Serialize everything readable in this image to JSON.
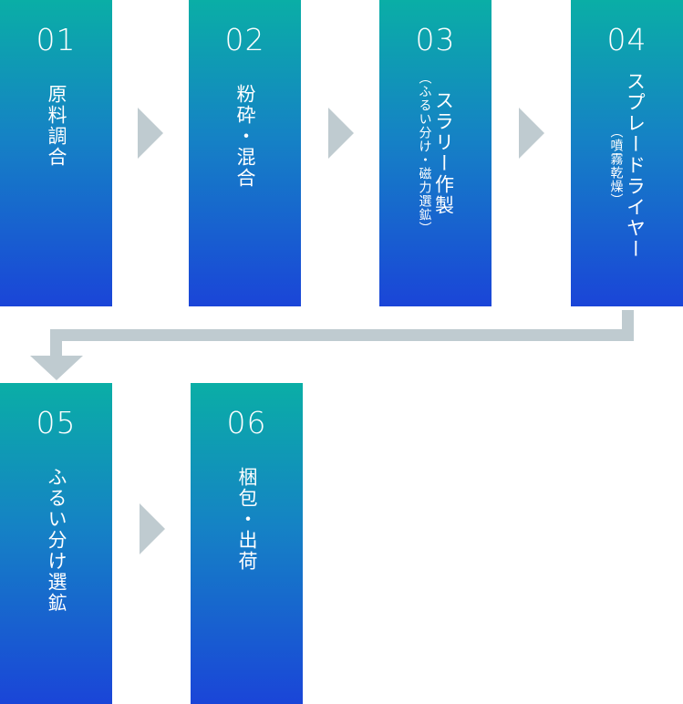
{
  "steps": [
    {
      "number": "01",
      "title": "原料調合",
      "subtitle": ""
    },
    {
      "number": "02",
      "title": "粉砕・混合",
      "subtitle": ""
    },
    {
      "number": "03",
      "title": "スラリー作製",
      "subtitle": "（ふるい分け・磁力選鉱）"
    },
    {
      "number": "04",
      "title": "スプレードライヤー",
      "subtitle": "（噴霧乾燥）"
    },
    {
      "number": "05",
      "title": "ふるい分け選鉱",
      "subtitle": ""
    },
    {
      "number": "06",
      "title": "梱包・出荷",
      "subtitle": ""
    }
  ],
  "colors": {
    "gradient_top": "#0aaea6",
    "gradient_bottom": "#1a45d8",
    "connector": "#bfcbd0"
  }
}
